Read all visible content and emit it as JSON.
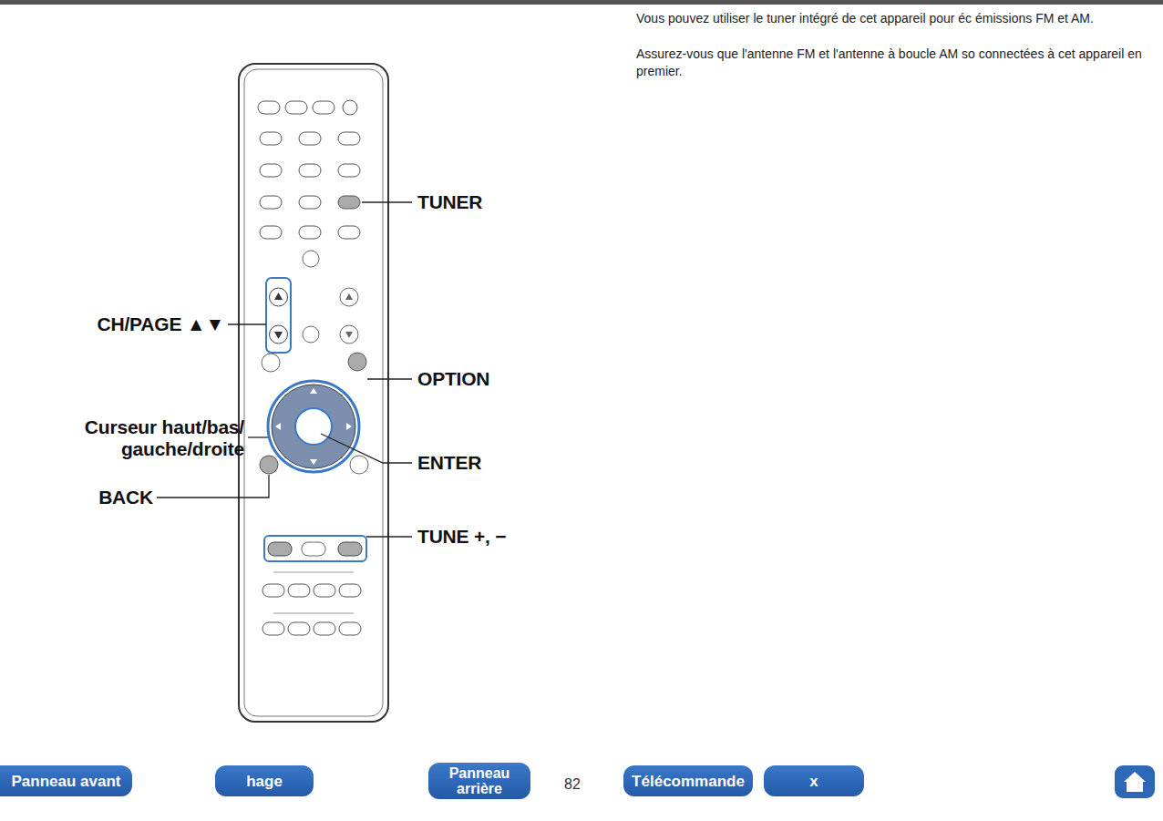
{
  "diagram": {
    "nodes": [
      {
        "text": [
          "Panneau avant"
        ]
      },
      {
        "text": [
          "hage"
        ]
      },
      {
        "text": [
          "Panneau arrière"
        ]
      },
      {
        "text": [
          "Télécommande"
        ]
      },
      {
        "text": [
          "x"
        ]
      }
    ],
    "labels": [
      "Vous pouvez utiliser le tuner intégré de cet appareil pour éc émissions FM et AM.",
      "Assurez-vous que l'antenne FM et l'antenne à boucle AM so connectées à cet appareil en premier.",
      "TUNER",
      "CH/PAGE ▲▼",
      "OPTION",
      "Curseur haut/bas/ gauche/droite",
      "ENTER",
      "BACK",
      "TUNE +, −",
      "82"
    ]
  }
}
